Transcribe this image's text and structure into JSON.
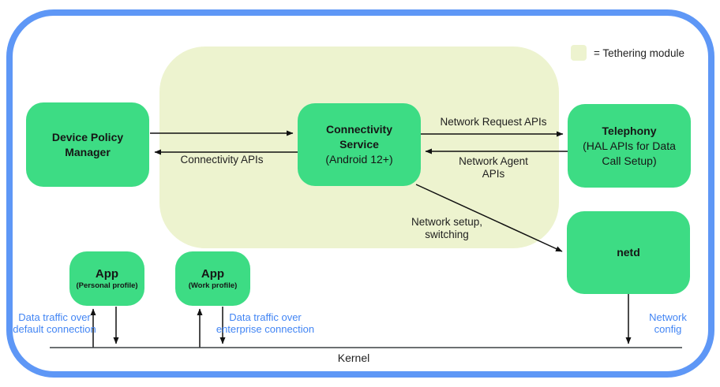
{
  "legend": {
    "label": "= Tethering module"
  },
  "colors": {
    "node_green": "#3ddc84",
    "module_background": "#edf3cf",
    "frame_blue": "#5e97f6",
    "annotation_blue": "#4285f4"
  },
  "nodes": {
    "device_policy_manager": {
      "title": "Device Policy Manager"
    },
    "connectivity_service": {
      "title": "Connectivity Service",
      "subtitle": "(Android 12+)"
    },
    "telephony": {
      "title": "Telephony",
      "subtitle": "(HAL APIs for Data Call Setup)"
    },
    "netd": {
      "title": "netd"
    },
    "app_personal": {
      "title": "App",
      "subtitle": "(Personal profile)"
    },
    "app_work": {
      "title": "App",
      "subtitle": "(Work profile)"
    }
  },
  "edge_labels": {
    "connectivity_apis": "Connectivity APIs",
    "network_request_apis": "Network Request APIs",
    "network_agent_apis": "Network Agent APIs",
    "network_setup_switching": "Network setup, switching",
    "data_traffic_default": "Data traffic over default connection",
    "data_traffic_enterprise": "Data traffic over enterprise connection",
    "network_config": "Network config"
  },
  "kernel_label": "Kernel"
}
